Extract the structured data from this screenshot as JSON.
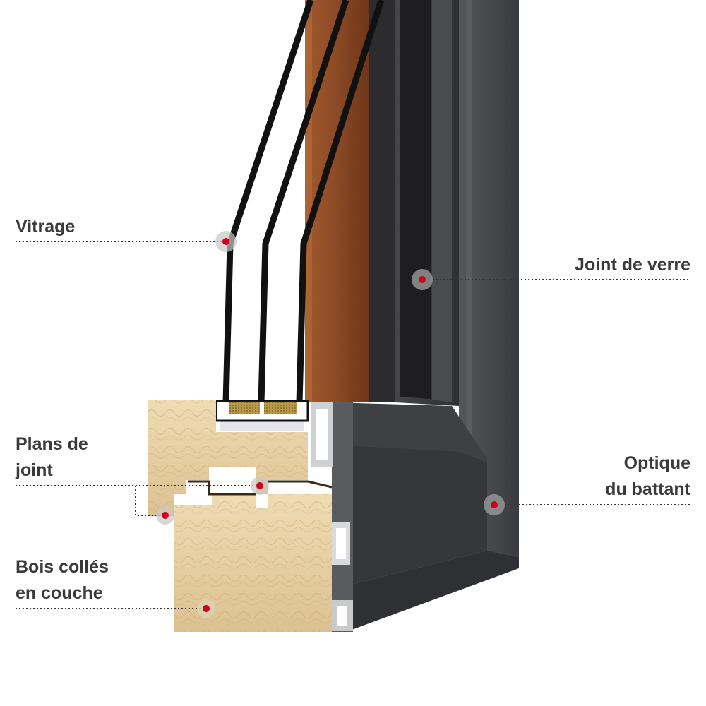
{
  "callouts": [
    {
      "id": "vitrage",
      "lines": [
        "Vitrage"
      ]
    },
    {
      "id": "joint-de-verre",
      "lines": [
        "Joint de verre"
      ]
    },
    {
      "id": "plans-de-joint",
      "lines": [
        "Plans de",
        "joint"
      ]
    },
    {
      "id": "optique-du-battant",
      "lines": [
        "Optique",
        "du battant"
      ]
    },
    {
      "id": "bois-colles",
      "lines": [
        "Bois collés",
        "en couche"
      ]
    }
  ],
  "colors": {
    "label_text": "#3a3a3a",
    "leader_line": "#333333",
    "marker_dot": "#d0021b",
    "marker_halo": "#c8c8c8",
    "aluminium": "#3b3b3d",
    "glass_edge": "#111111",
    "wood_interior": "#8b4a26",
    "laminated_wood": "#e8d2a4"
  }
}
